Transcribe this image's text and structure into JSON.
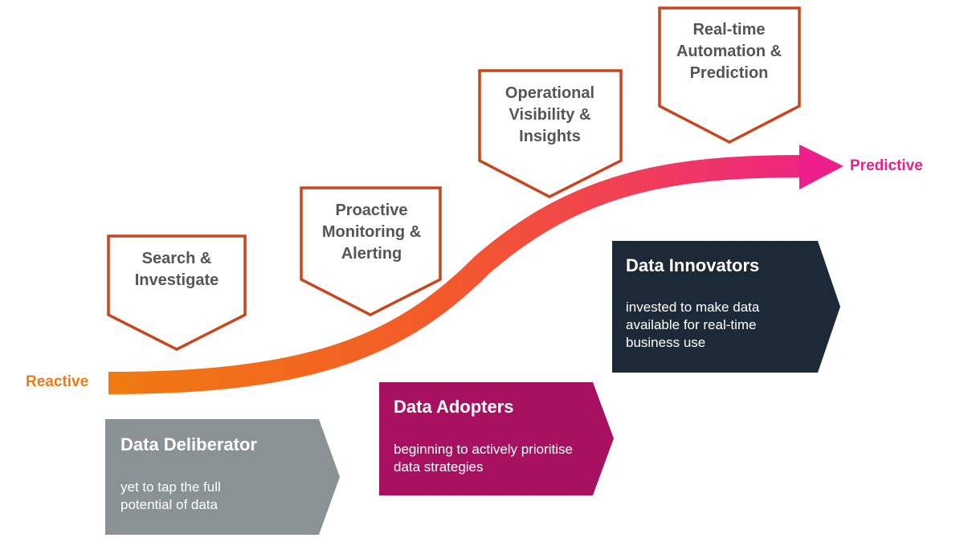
{
  "curve": {
    "start_label": "Reactive",
    "end_label": "Predictive",
    "start_color": "#f07a10",
    "end_color": "#ec1e8c"
  },
  "stages": [
    {
      "label": "Search & Investigate"
    },
    {
      "label": "Proactive Monitoring & Alerting"
    },
    {
      "label": "Operational Visibility & Insights"
    },
    {
      "label": "Real-time Automation & Prediction"
    }
  ],
  "stage_border_color": "#c8461e",
  "bands": [
    {
      "title": "Data Deliberator",
      "description": "yet to tap the full potential of data",
      "color": "#8a9296"
    },
    {
      "title": "Data Adopters",
      "description": "beginning to actively prioritise data strategies",
      "color": "#a8115f"
    },
    {
      "title": "Data Innovators",
      "description": "invested to make data available for real-time business use",
      "color": "#1c2a38"
    }
  ]
}
